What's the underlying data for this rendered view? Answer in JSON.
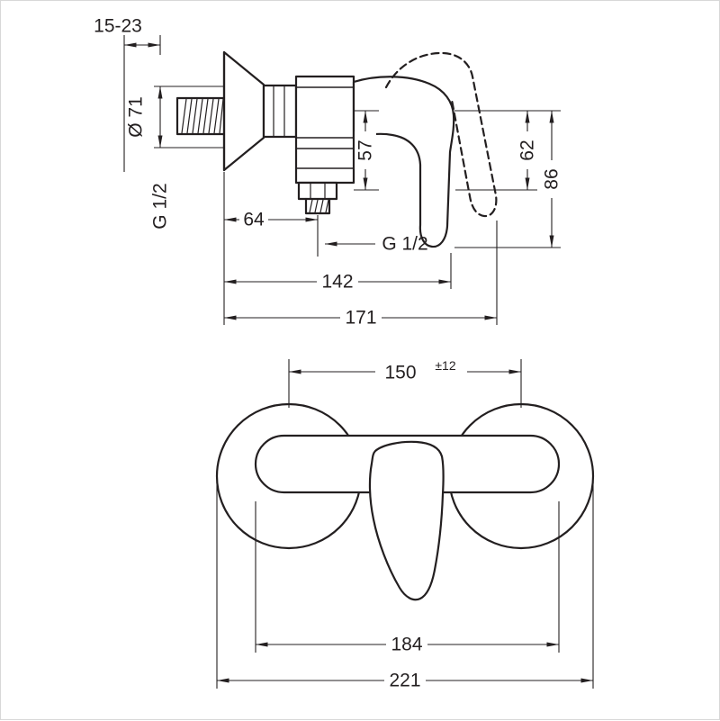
{
  "drawing": {
    "line_color": "#231f20",
    "background": "#ffffff",
    "side": {
      "wall_range": "15-23",
      "flange_diameter": "Ø 71",
      "inlet_thread": "G 1/2",
      "cartridge_height": "57",
      "outlet_offset": "64",
      "outlet_thread": "G 1/2",
      "handle_reach": "142",
      "total_reach": "171",
      "handle_height": "62",
      "total_height": "86"
    },
    "front": {
      "centers_distance": "150",
      "centers_tolerance": "±12",
      "body_width": "184",
      "total_width": "221"
    }
  }
}
